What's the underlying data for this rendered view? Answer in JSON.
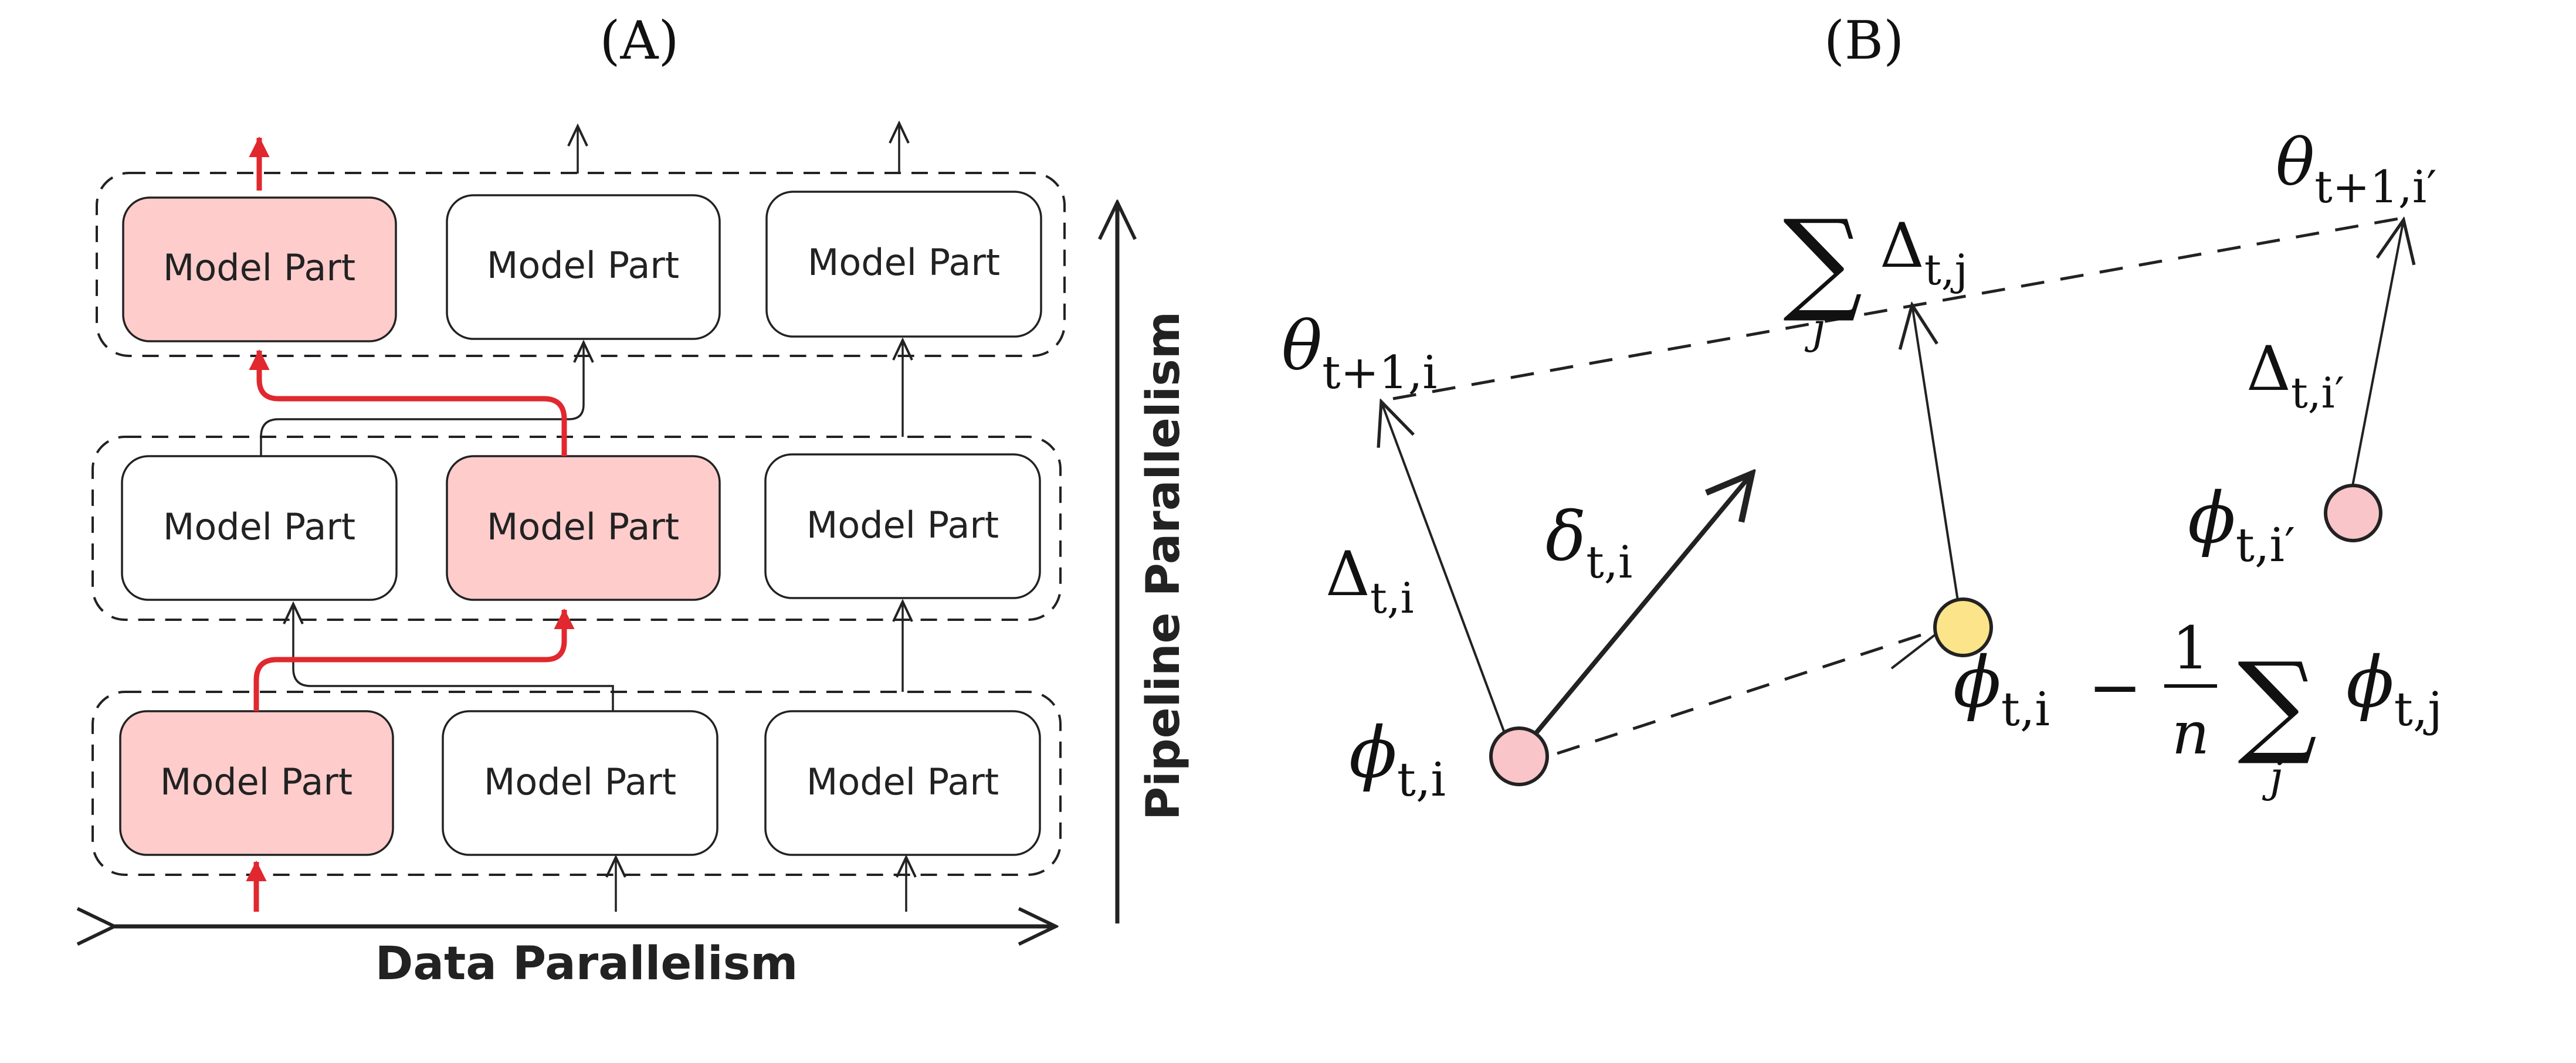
{
  "panels": {
    "a_label": "(A)",
    "b_label": "(B)"
  },
  "panel_a": {
    "box_label": "Model Part",
    "x_axis_label": "Data Parallelism",
    "y_axis_label": "Pipeline Parallelism",
    "highlight_color": "#ffcccc",
    "accent_color": "#e0282e",
    "rows": [
      {
        "row": "top",
        "boxes": [
          {
            "highlighted": true
          },
          {
            "highlighted": false
          },
          {
            "highlighted": false
          }
        ]
      },
      {
        "row": "middle",
        "boxes": [
          {
            "highlighted": false
          },
          {
            "highlighted": true
          },
          {
            "highlighted": false
          }
        ]
      },
      {
        "row": "bottom",
        "boxes": [
          {
            "highlighted": true
          },
          {
            "highlighted": false
          },
          {
            "highlighted": false
          }
        ]
      }
    ]
  },
  "panel_b": {
    "theta_left": {
      "base": "θ",
      "sub": "t+1,i"
    },
    "sum_delta": {
      "sum": "∑",
      "under": "j",
      "base": "Δ",
      "sub": "t,j"
    },
    "theta_right": {
      "base": "θ",
      "sub": "t+1,i′"
    },
    "delta_left": {
      "base": "Δ",
      "sub": "t,i"
    },
    "delta_small": {
      "base": "δ",
      "sub": "t,i"
    },
    "delta_right": {
      "base": "Δ",
      "sub": "t,i′"
    },
    "phi_left": {
      "base": "ϕ",
      "sub": "t,i"
    },
    "phi_right": {
      "base": "ϕ",
      "sub": "t,i′"
    },
    "phi_center": {
      "base": "ϕ",
      "sub": "t,i",
      "minus": "−",
      "frac_num": "1",
      "frac_den": "n",
      "sum": "∑",
      "under": "j",
      "base2": "ϕ",
      "sub2": "t,j"
    },
    "pink_color": "#f9c5c8",
    "yellow_color": "#fbe48a"
  }
}
